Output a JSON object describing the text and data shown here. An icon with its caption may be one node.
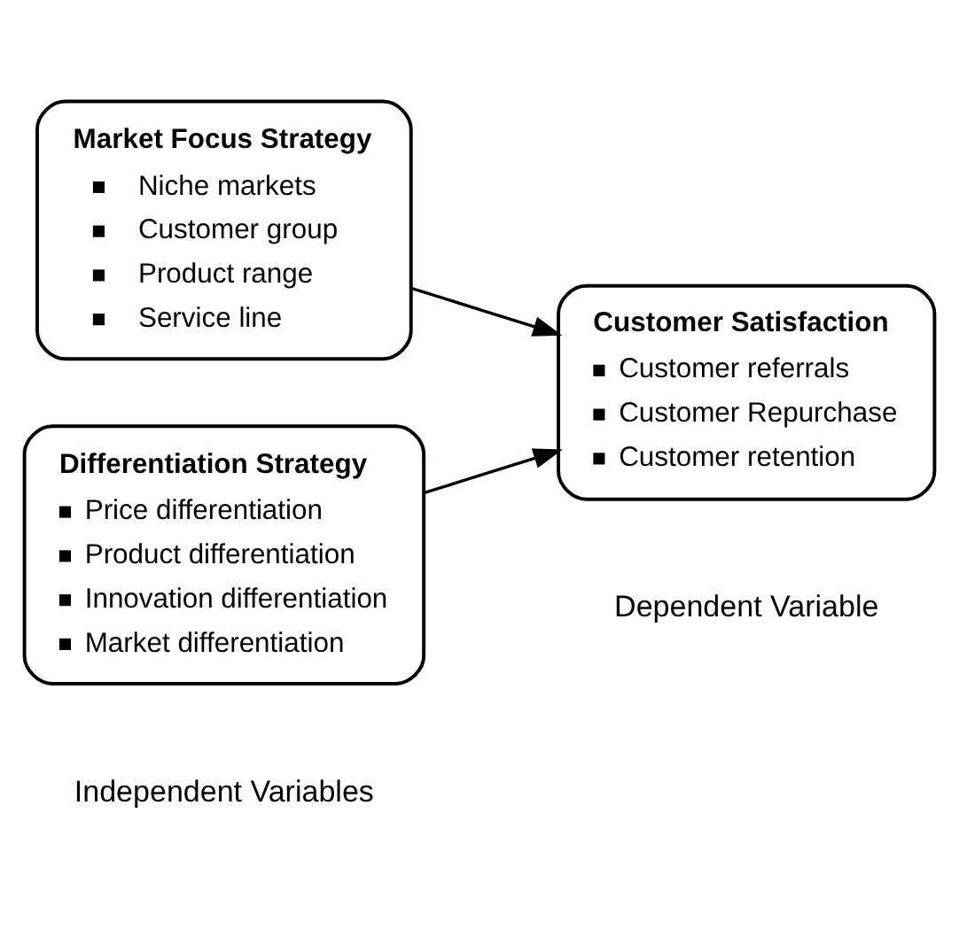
{
  "diagram": {
    "nodes": [
      {
        "text": [
          "Market Focus Strategy",
          "Niche markets",
          "Customer group",
          "Product range",
          "Service line"
        ]
      },
      {
        "text": [
          "Differentiation Strategy",
          "Price differentiation",
          "Product differentiation",
          "Innovation differentiation",
          "Market differentiation"
        ]
      },
      {
        "text": [
          "Customer Satisfaction",
          "Customer referrals",
          "Customer Repurchase",
          "Customer retention"
        ]
      }
    ],
    "edges": [
      {
        "from": 0,
        "to": 2,
        "arrow": "to"
      },
      {
        "from": 1,
        "to": 2,
        "arrow": "to"
      }
    ],
    "labels": [
      "Independent Variables",
      "Dependent Variable"
    ]
  }
}
